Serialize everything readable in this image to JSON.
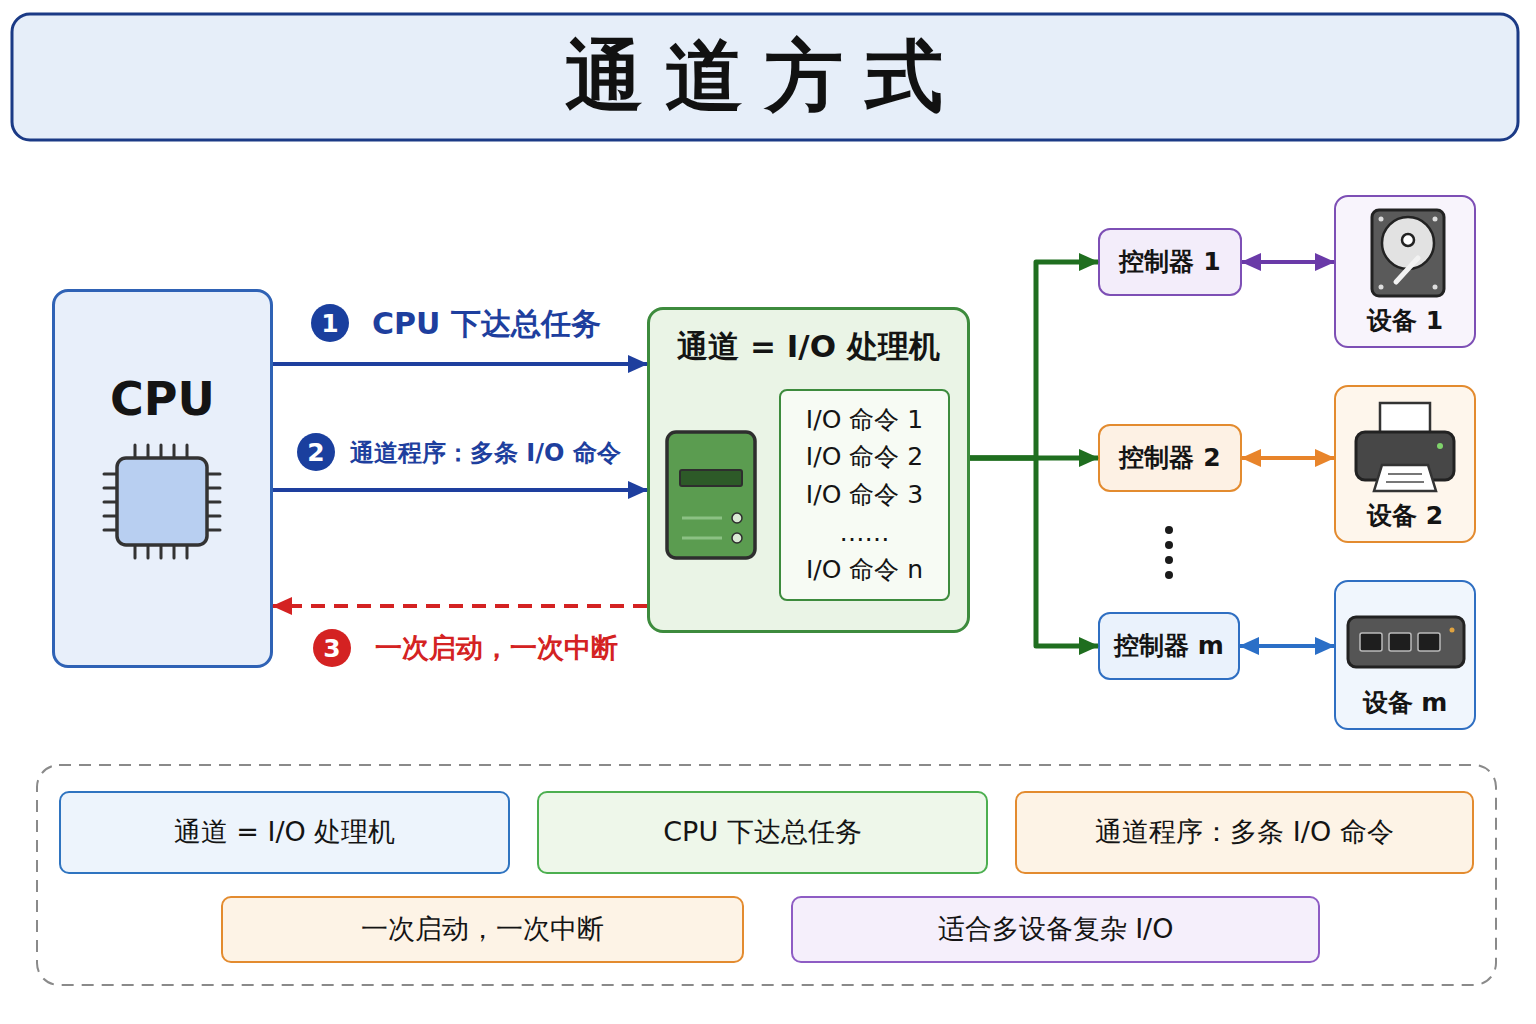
{
  "diagram": {
    "title": "通道方式",
    "nodes": [
      {
        "text": [
          "CPU"
        ]
      },
      {
        "text": [
          "通道 = I/O 处理机"
        ]
      },
      {
        "text": [
          "I/O 命令 1",
          "I/O 命令 2",
          "I/O 命令 3",
          "……",
          "I/O 命令 n"
        ],
        "in": 1
      },
      {
        "text": [
          "控制器 1"
        ]
      },
      {
        "text": [
          "设备 1"
        ]
      },
      {
        "text": [
          "控制器 2"
        ]
      },
      {
        "text": [
          "设备 2"
        ]
      },
      {
        "text": [
          "控制器 m"
        ]
      },
      {
        "text": [
          "设备 m"
        ]
      },
      {
        "text": [
          "通道 = I/O 处理机"
        ]
      },
      {
        "text": [
          "CPU 下达总任务"
        ]
      },
      {
        "text": [
          "通道程序：多条 I/O 命令"
        ]
      },
      {
        "text": [
          "一次启动，一次中断"
        ]
      },
      {
        "text": [
          "适合多设备复杂 I/O"
        ]
      }
    ],
    "edges": [
      {
        "from": 0,
        "to": 1,
        "label": "CPU 下达总任务",
        "arrow": "to"
      },
      {
        "from": 0,
        "to": 1,
        "label": "通道程序：多条 I/O 命令",
        "arrow": "to"
      },
      {
        "from": 1,
        "to": 0,
        "label": "一次启动，一次中断",
        "arrow": "to"
      },
      {
        "from": 1,
        "to": 3,
        "arrow": "to"
      },
      {
        "from": 1,
        "to": 5,
        "arrow": "to"
      },
      {
        "from": 1,
        "to": 7,
        "arrow": "to"
      },
      {
        "from": 3,
        "to": 4,
        "arrow": "both"
      },
      {
        "from": 5,
        "to": 6,
        "arrow": "both"
      },
      {
        "from": 7,
        "to": 8,
        "arrow": "both"
      }
    ],
    "labels": [
      "1",
      "2",
      "3"
    ]
  }
}
